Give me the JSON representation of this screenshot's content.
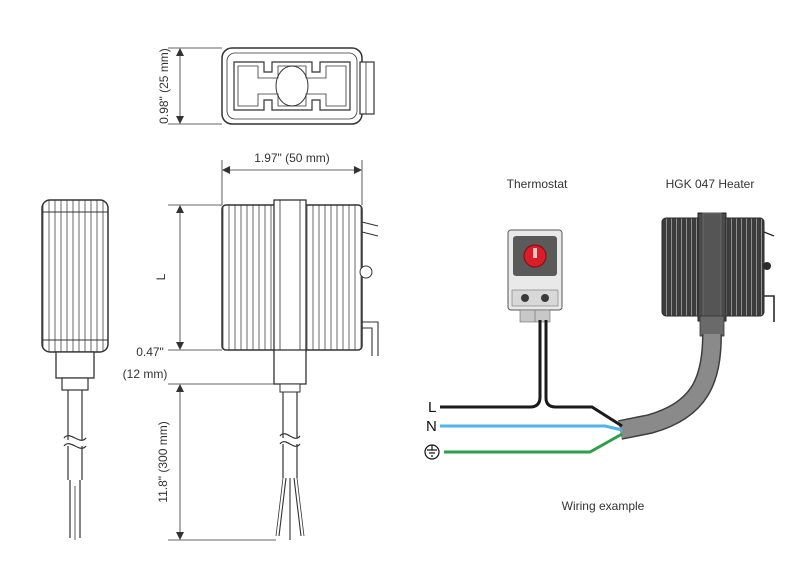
{
  "dimensions": {
    "width_height": "0.98\" (25 mm)",
    "top_width": "1.97\" (50 mm)",
    "length": "L",
    "base_inch": "0.47\"",
    "base_mm": "(12 mm)",
    "cable": "11.8\" (300 mm)"
  },
  "wiring": {
    "thermostat_label": "Thermostat",
    "heater_label": "HGK 047 Heater",
    "line_l": "L",
    "line_n": "N",
    "caption": "Wiring example"
  },
  "colors": {
    "line_l": "#1a1a1a",
    "line_n": "#4fb4e6",
    "line_pe": "#2e9e48",
    "cable": "#8a8a8a",
    "heater_body": "#3b3b3b",
    "thermostat_button": "#d81e26"
  },
  "icons": {
    "ground": "earth-ground-icon"
  }
}
